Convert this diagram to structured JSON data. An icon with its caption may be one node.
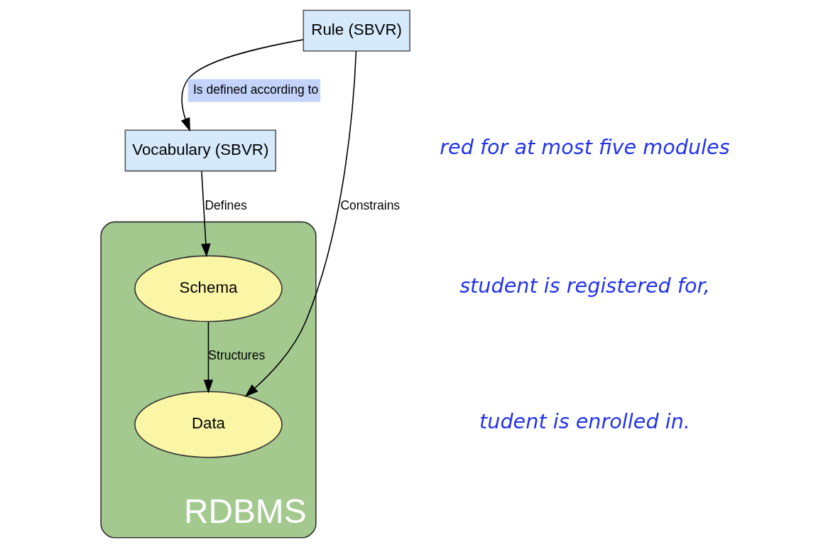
{
  "diagram": {
    "nodes": [
      {
        "text": [
          "Vocabulary (SBVR)"
        ]
      },
      {
        "text": [
          "Rule (SBVR)"
        ]
      },
      {
        "text": [
          "RDBMS"
        ]
      },
      {
        "text": [
          "Schema"
        ],
        "in": 2
      },
      {
        "text": [
          "Data"
        ],
        "in": 2
      }
    ],
    "edges": [
      {
        "from": 1,
        "to": 0,
        "arrow": "to",
        "label": "Is defined according to"
      },
      {
        "from": 0,
        "to": 3,
        "arrow": "to",
        "label": "Defines"
      },
      {
        "from": 1,
        "to": 4,
        "arrow": "to",
        "label": "Constrains"
      },
      {
        "from": 3,
        "to": 4,
        "arrow": "to",
        "label": "Structures"
      }
    ],
    "labels": [
      "red for at most five modules",
      "student is registered for,",
      "tudent is enrolled in."
    ]
  }
}
